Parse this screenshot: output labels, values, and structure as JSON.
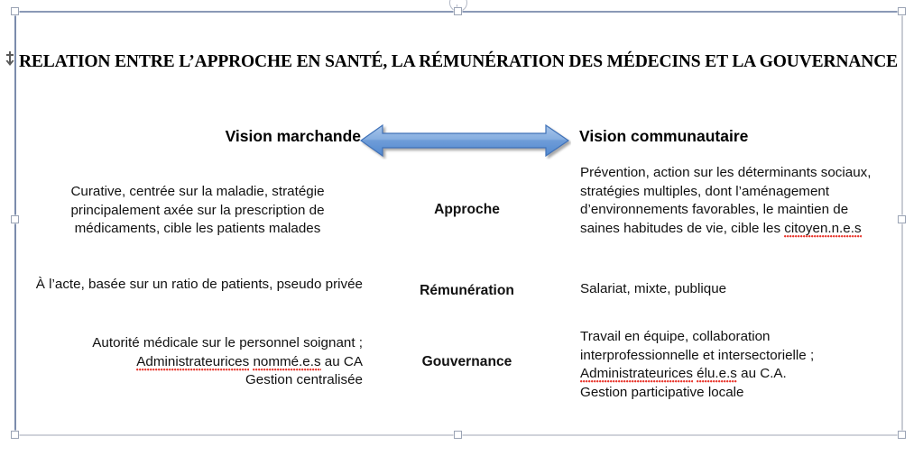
{
  "document": {
    "title": "RELATION ENTRE L’APPROCHE EN SANTÉ, LA RÉMUNÉRATION DES MÉDECINS ET LA GOUVERNANCE"
  },
  "headers": {
    "left": "Vision marchande",
    "right": "Vision communautaire",
    "arrow_icon": "double-headed-arrow-icon"
  },
  "rows": [
    {
      "label": "Approche",
      "left": "Curative, centrée sur la maladie, stratégie principalement axée sur la prescription de médicaments, cible les patients malades",
      "right_prefix": "Prévention, action sur les déterminants sociaux, stratégies multiples, dont l’aménagement d’environnements favorables, le maintien de saines habitudes de vie, cible les ",
      "right_misspelled": "citoyen.n.e.s",
      "right_suffix": ""
    },
    {
      "label": "Rémunération",
      "left": "À l’acte, basée sur un ratio de patients, pseudo privée",
      "right_prefix": "Salariat, mixte, publique",
      "right_misspelled": "",
      "right_suffix": ""
    },
    {
      "label": "Gouvernance",
      "left_line1": "Autorité médicale sur le personnel soignant ;",
      "left_misspelled_a": "Administrateurices",
      "left_misspelled_b": "nommé.e.s",
      "left_mid": " au CA",
      "left_line3": "Gestion centralisée",
      "right_line1": "Travail en équipe, collaboration",
      "right_line2": "interprofessionnelle et intersectorielle ;",
      "right_misspelled_a": "Administrateurices",
      "right_misspelled_b": "élu.e.s",
      "right_mid": " au C.A.",
      "right_line4": "Gestion participative locale"
    }
  ],
  "colors": {
    "arrow_fill_top": "#9cbce8",
    "arrow_fill_bottom": "#4f87cd",
    "arrow_stroke": "#3f72b8",
    "frame_border": "#8a99b6",
    "spellcheck_underline": "#e8342a",
    "text": "#111111"
  },
  "selection": {
    "handle_icon": "resize-handle-icon",
    "rotate_icon": "rotate-handle-icon",
    "anchor_icon": "object-anchor-icon"
  }
}
